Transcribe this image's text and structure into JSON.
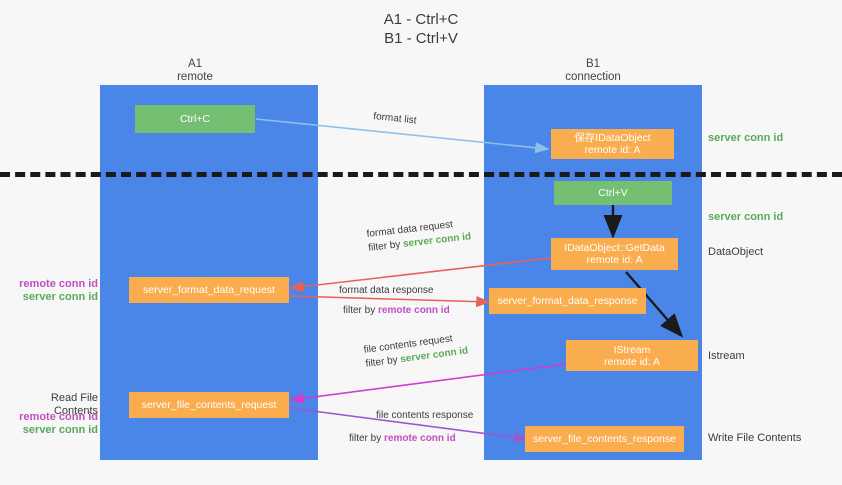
{
  "title": {
    "line1": "A1 - Ctrl+C",
    "line2": "B1 - Ctrl+V"
  },
  "lanes": [
    {
      "name": "A1",
      "subtitle": "remote"
    },
    {
      "name": "B1",
      "subtitle": "connection"
    }
  ],
  "boxes": {
    "ctrl_c": {
      "label": "Ctrl+C",
      "color": "#74bf71"
    },
    "ctrl_v": {
      "label": "Ctrl+V",
      "color": "#74bf71"
    },
    "save_idataobject": {
      "line1": "保存IDataObject",
      "line2": "remote id: A",
      "color": "#f9ad4e"
    },
    "getdata": {
      "line1": "IDataObject::GetData",
      "line2": "remote id: A",
      "color": "#f9ad4e"
    },
    "istream": {
      "line1": "IStream",
      "line2": "remote id: A",
      "color": "#f9ad4e"
    },
    "format_data_request": {
      "label": "server_format_data_request",
      "color": "#f9ad4e"
    },
    "format_data_response": {
      "label": "server_format_data_response",
      "color": "#f9ad4e"
    },
    "file_contents_request": {
      "label": "server_file_contents_request",
      "color": "#f9ad4e"
    },
    "file_contents_response": {
      "label": "server_file_contents_response",
      "color": "#f9ad4e"
    }
  },
  "right_labels": {
    "server_conn_id_top": "server conn id",
    "server_conn_id_mid": "server conn id",
    "dataobject": "DataObject",
    "istream": "Istream",
    "write_file_contents": "Write File Contents"
  },
  "left_labels": {
    "remote_conn_id_1": "remote conn id",
    "server_conn_id_1": "server conn id",
    "read_file_contents": "Read File Contents",
    "remote_conn_id_2": "remote conn id",
    "server_conn_id_2": "server conn id"
  },
  "edges": {
    "format_list": "format list",
    "format_data_request": "format data request",
    "format_data_request_filter_prefix": "filter by ",
    "format_data_request_filter_value": "server conn id",
    "format_data_response": "format data response",
    "format_data_response_filter_prefix": "filter by ",
    "format_data_response_filter_value": "remote conn id",
    "file_contents_request": "file contents request",
    "file_contents_request_filter_prefix": "filter by ",
    "file_contents_request_filter_value": "server conn id",
    "file_contents_response": "file contents response",
    "file_contents_response_filter_prefix": "filter by ",
    "file_contents_response_filter_value": "remote conn id"
  },
  "colors": {
    "lane": "#4a86e8",
    "orange": "#f9ad4e",
    "green_box": "#74bf71",
    "green_text": "#5aa95a",
    "purple_text": "#c14fc1",
    "arrow_blue": "#8fc0ec",
    "arrow_red": "#e8615a",
    "arrow_magenta": "#cc3fcc",
    "arrow_purple": "#9b59d0",
    "arrow_black": "#1a1a1a",
    "divider": "#1a1a1a",
    "background": "#f7f7f7"
  }
}
